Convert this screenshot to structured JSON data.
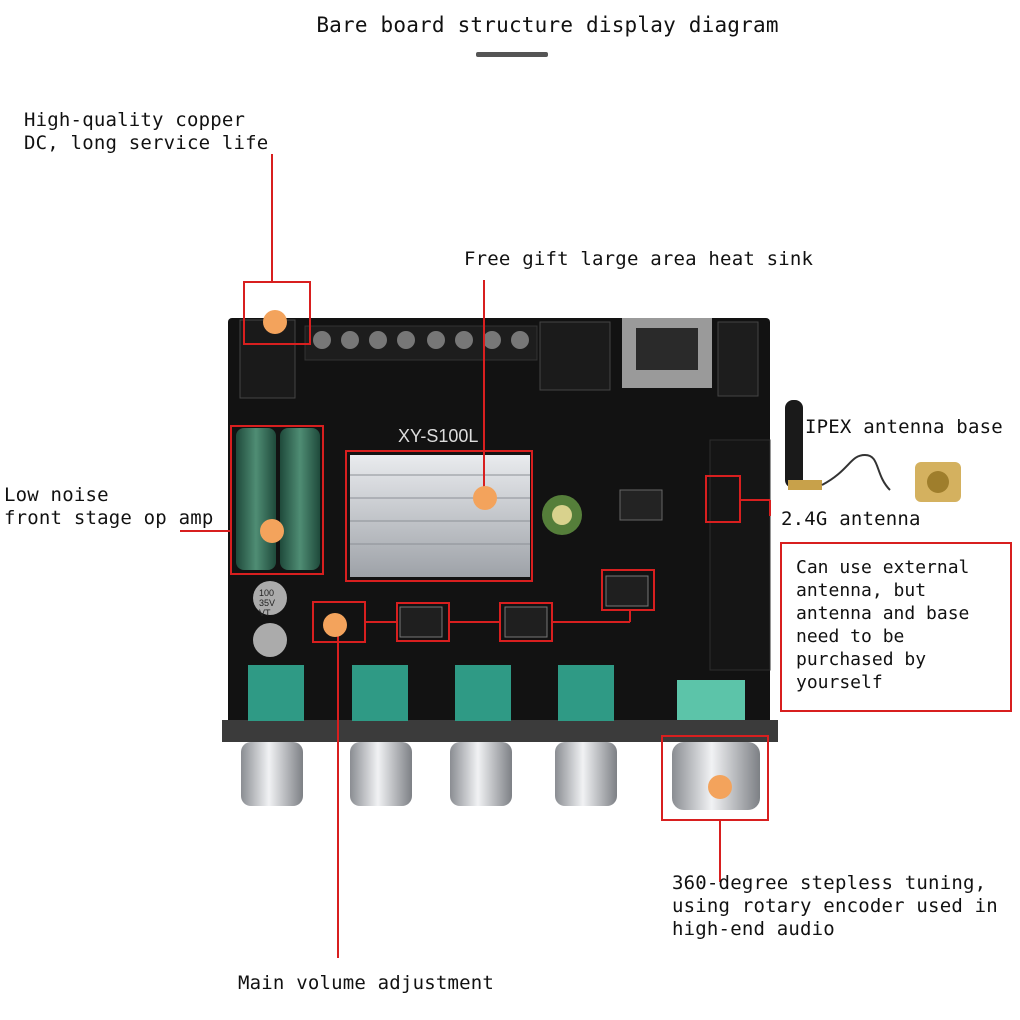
{
  "title": "Bare board structure display diagram",
  "board": {
    "model": "XY-S100L",
    "cap_label_line1": "100",
    "cap_label_line2": "35V",
    "cap_label_line3": "VT"
  },
  "callouts": {
    "dc_jack": "High-quality copper\nDC, long service life",
    "heat_sink": "Free gift large area heat sink",
    "op_amp": "Low noise\nfront stage op amp",
    "ipex": "IPEX antenna base",
    "antenna": "2.4G antenna",
    "external_note": "Can use external\nantenna, but\nantenna and base\nneed to be\npurchased by\nyourself",
    "encoder": "360-degree stepless tuning,\nusing rotary encoder used in\nhigh-end audio",
    "volume": "Main volume adjustment"
  },
  "colors": {
    "callout_red": "#d81f1f",
    "marker_orange": "#f3a35c",
    "pcb_black": "#121212",
    "heatsink_silver": "#c9ccd1",
    "capacitor_green": "#2f6a55",
    "pot_teal": "#2f9a85",
    "knob_silver": "#b9bcc1"
  }
}
